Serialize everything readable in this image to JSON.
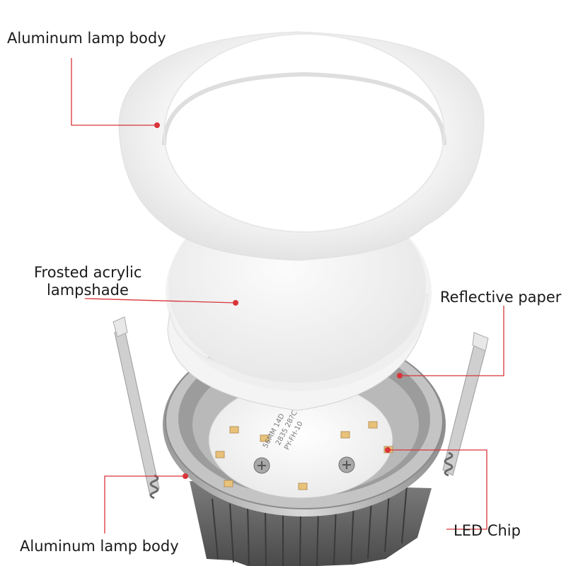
{
  "labels": {
    "top_body": "Aluminum lamp body",
    "shade_line1": "Frosted acrylic",
    "shade_line2": "lampshade",
    "reflective": "Reflective paper",
    "led": "LED Chip",
    "bottom_body": "Aluminum lamp body"
  },
  "pcb_text": {
    "line1": "2835 28?C",
    "line2": "PY-FH-10",
    "line3": "56MM 14D"
  },
  "colors": {
    "leader": "#d9343a",
    "label_text": "#1a1a1a"
  }
}
